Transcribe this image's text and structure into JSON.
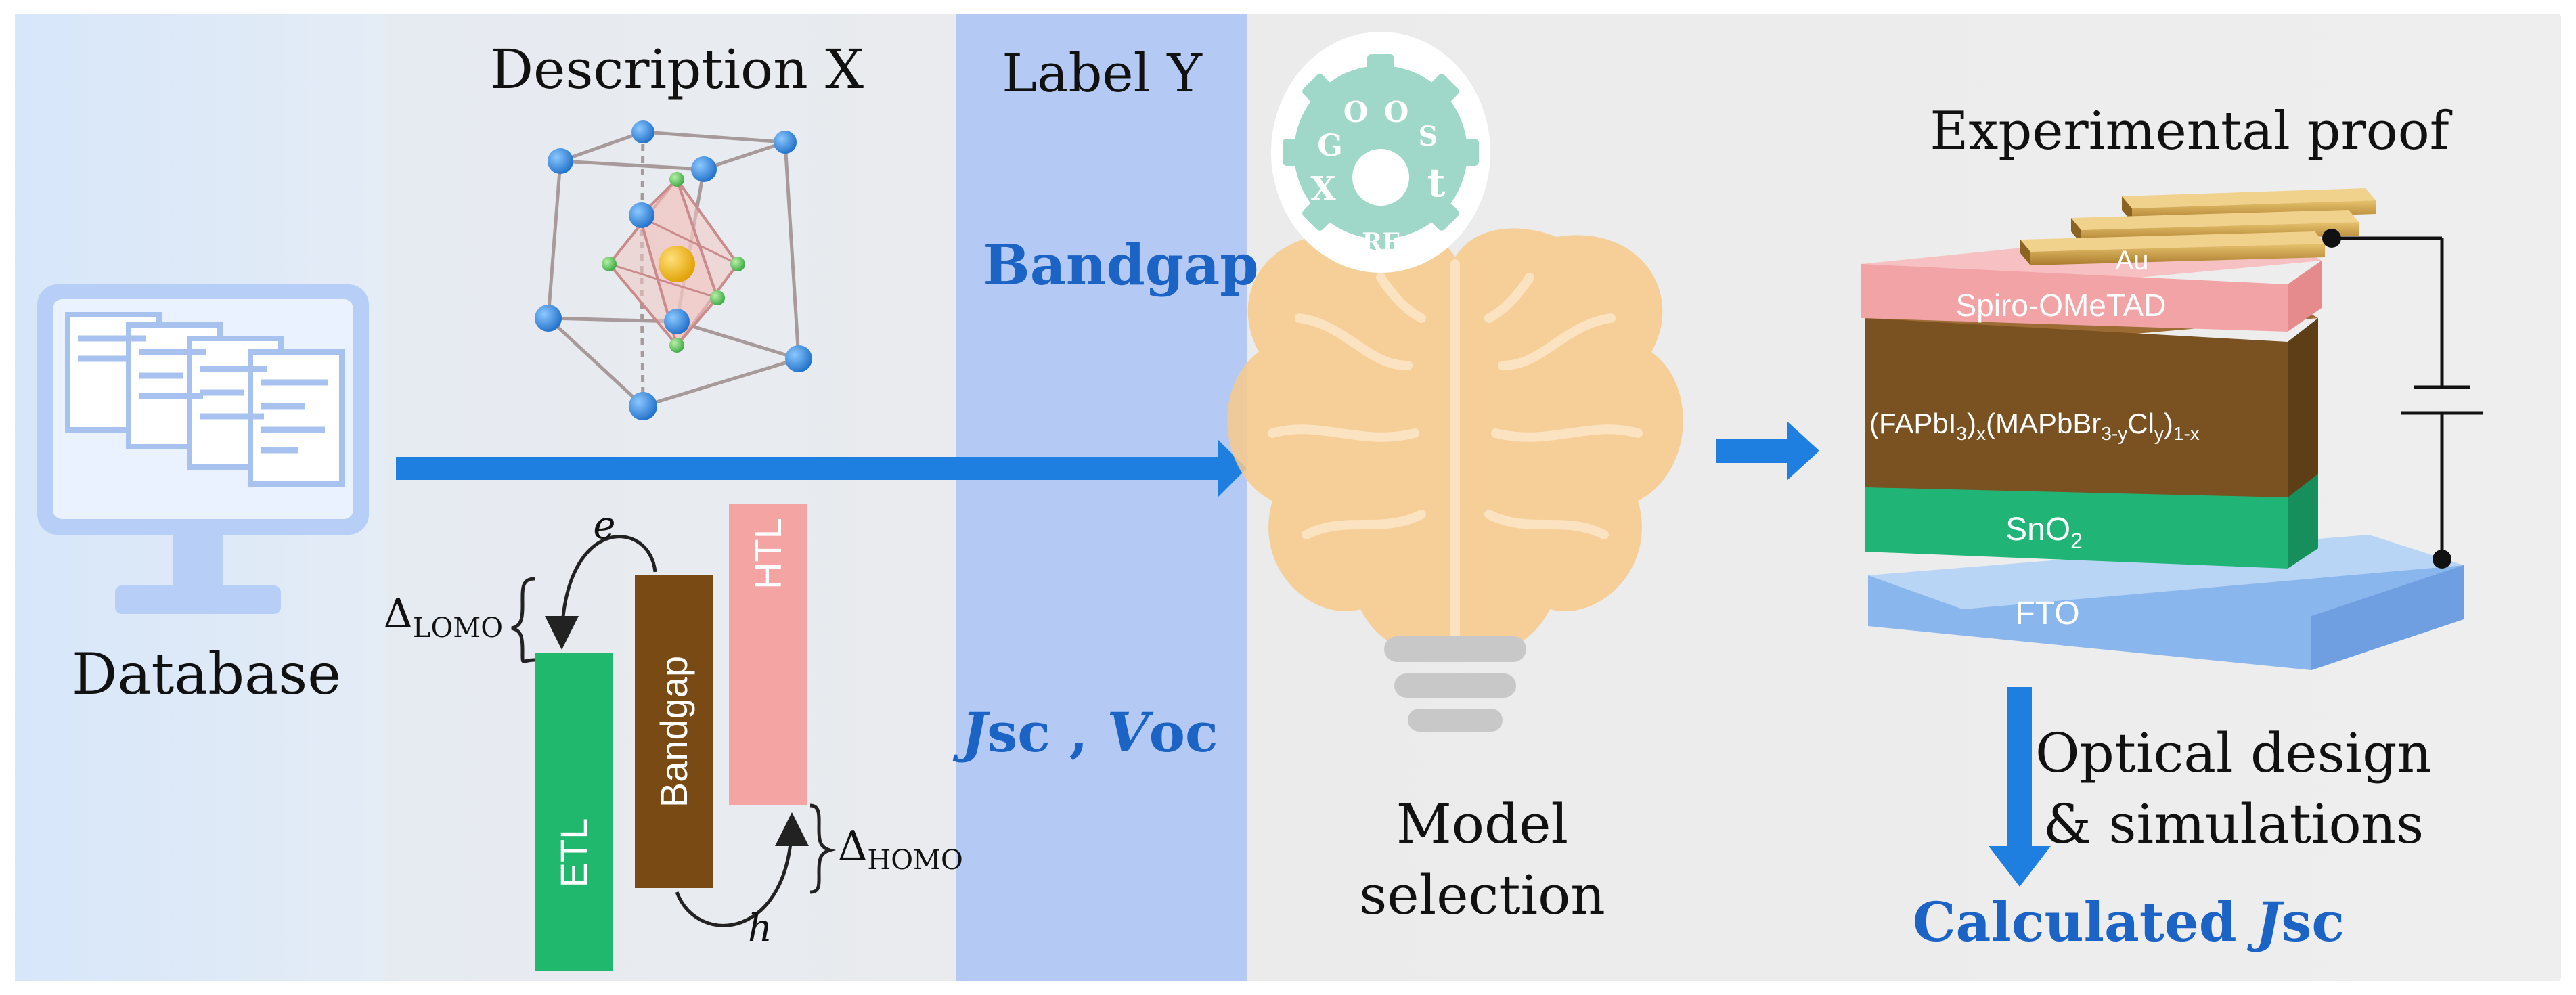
{
  "database": {
    "label": "Database",
    "icon": "monitor-database-icon"
  },
  "description": {
    "title": "Description X"
  },
  "energy": {
    "e_label": "e",
    "h_label": "h",
    "delta_lomo": "Δ",
    "delta_lomo_sub": "LOMO",
    "delta_homo": "Δ",
    "delta_homo_sub": "HOMO",
    "etl": "ETL",
    "bandgap_bar": "Bandgap",
    "htl": "HTL"
  },
  "label_y": {
    "title": "Label Y",
    "bandgap": "Bandgap",
    "jsc_italic": "J",
    "jsc_rest": "sc , ",
    "voc_italic": "V",
    "voc_rest": "oc"
  },
  "model": {
    "line1": "Model",
    "line2": "selection",
    "gear": {
      "g": "G",
      "o1": "O",
      "o2": "O",
      "s": "S",
      "x": "X",
      "t": "t",
      "rf": "RF"
    }
  },
  "device": {
    "title": "Experimental proof",
    "au": "Au",
    "spiro": "Spiro-OMeTAD",
    "absorber": {
      "a1": "(FAPbI",
      "s1": "3",
      "a2": ")",
      "s2": "x",
      "a3": "(MAPbBr",
      "s3": "3-y",
      "a4": "Cl",
      "s4": "y",
      "a5": ")",
      "s5": "1-x"
    },
    "sno2": "SnO",
    "sno2_sub": "2",
    "fto": "FTO"
  },
  "optical": {
    "line1": "Optical design",
    "line2": "& simulations"
  },
  "calculated": {
    "prefix": "Calculated ",
    "j": "J",
    "sc": "sc"
  },
  "colors": {
    "arrow": "#1f7fe0",
    "accent_text": "#1b63c4",
    "etl": "#20b86c",
    "bandgap": "#7a4a14",
    "htl": "#f4a5a3",
    "spiro": "#f2a3a6",
    "absorber": "#7a5222",
    "sno2": "#20b577",
    "fto": "#8ab6ee",
    "gold": "#c69a43",
    "brain": "#f8c98a",
    "gear": "#9fd8c8"
  }
}
